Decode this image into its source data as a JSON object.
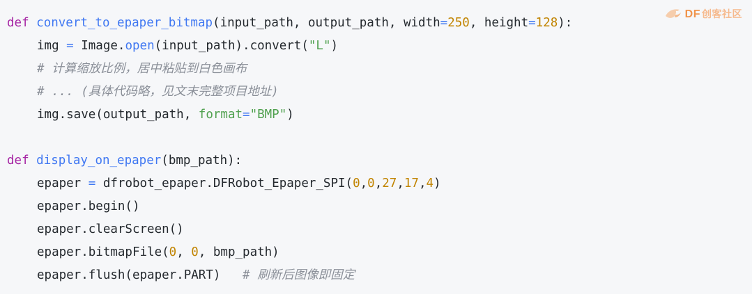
{
  "watermark": {
    "brand": "DF",
    "subtitle": "创客社区"
  },
  "code": {
    "l1": {
      "kw": "def",
      "fname": "convert_to_epaper_bitmap",
      "p1": "(input_path, output_path, width",
      "eq1": "=",
      "n1": "250",
      "p2": ", height",
      "eq2": "=",
      "n2": "128",
      "p3": "):"
    },
    "l2": {
      "a": "img ",
      "eq": "=",
      "b": " Image.",
      "m": "open",
      "c": "(input_path).convert(",
      "s": "\"L\"",
      "d": ")"
    },
    "l3": {
      "comment": "# 计算缩放比例，居中粘贴到白色画布"
    },
    "l4": {
      "comment": "# ... (具体代码略，见文末完整项目地址)"
    },
    "l5": {
      "a": "img.save(output_path, ",
      "kw": "format",
      "eq": "=",
      "s": "\"BMP\"",
      "b": ")"
    },
    "l7": {
      "kw": "def",
      "fname": "display_on_epaper",
      "p": "(bmp_path):"
    },
    "l8": {
      "a": "epaper ",
      "eq": "=",
      "b": " dfrobot_epaper.DFRobot_Epaper_SPI(",
      "n1": "0",
      "c1": ",",
      "n2": "0",
      "c2": ",",
      "n3": "27",
      "c3": ",",
      "n4": "17",
      "c4": ",",
      "n5": "4",
      "d": ")"
    },
    "l9": {
      "text": "epaper.begin()"
    },
    "l10": {
      "text": "epaper.clearScreen()"
    },
    "l11": {
      "a": "epaper.bitmapFile(",
      "n1": "0",
      "b": ", ",
      "n2": "0",
      "c": ", bmp_path)"
    },
    "l12": {
      "a": "epaper.flush(epaper.PART)   ",
      "comment": "# 刷新后图像即固定"
    }
  }
}
